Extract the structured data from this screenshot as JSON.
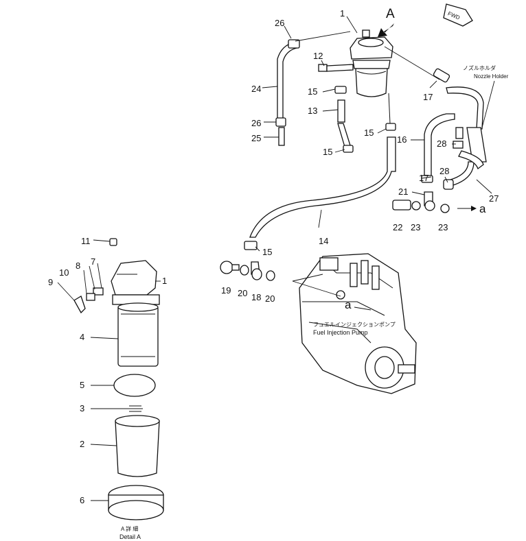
{
  "labels": {
    "n1": "1",
    "n2": "2",
    "n3": "3",
    "n4": "4",
    "n5": "5",
    "n6": "6",
    "n7": "7",
    "n8": "8",
    "n9": "9",
    "n10": "10",
    "n11": "11",
    "n12": "12",
    "n13": "13",
    "n14": "14",
    "n15": "15",
    "n16": "16",
    "n17": "17",
    "n18": "18",
    "n19": "19",
    "n20": "20",
    "n21": "21",
    "n22": "22",
    "n23": "23",
    "n24": "24",
    "n25": "25",
    "n26": "26",
    "n27": "27",
    "n28": "28",
    "view_a": "A",
    "ref_a": "a",
    "fwd": "FWD"
  },
  "captions": {
    "nozzle_holder_jp": "ノズルホルダ",
    "nozzle_holder_en": "Nozzle Holder",
    "injection_pump_jp": "フュエルインジェクションポンプ",
    "injection_pump_en": "Fuel Injection Pump",
    "detail_jp": "A 詳 細",
    "detail_en": "Detail A"
  },
  "colors": {
    "line": "#111111",
    "background": "#ffffff"
  }
}
